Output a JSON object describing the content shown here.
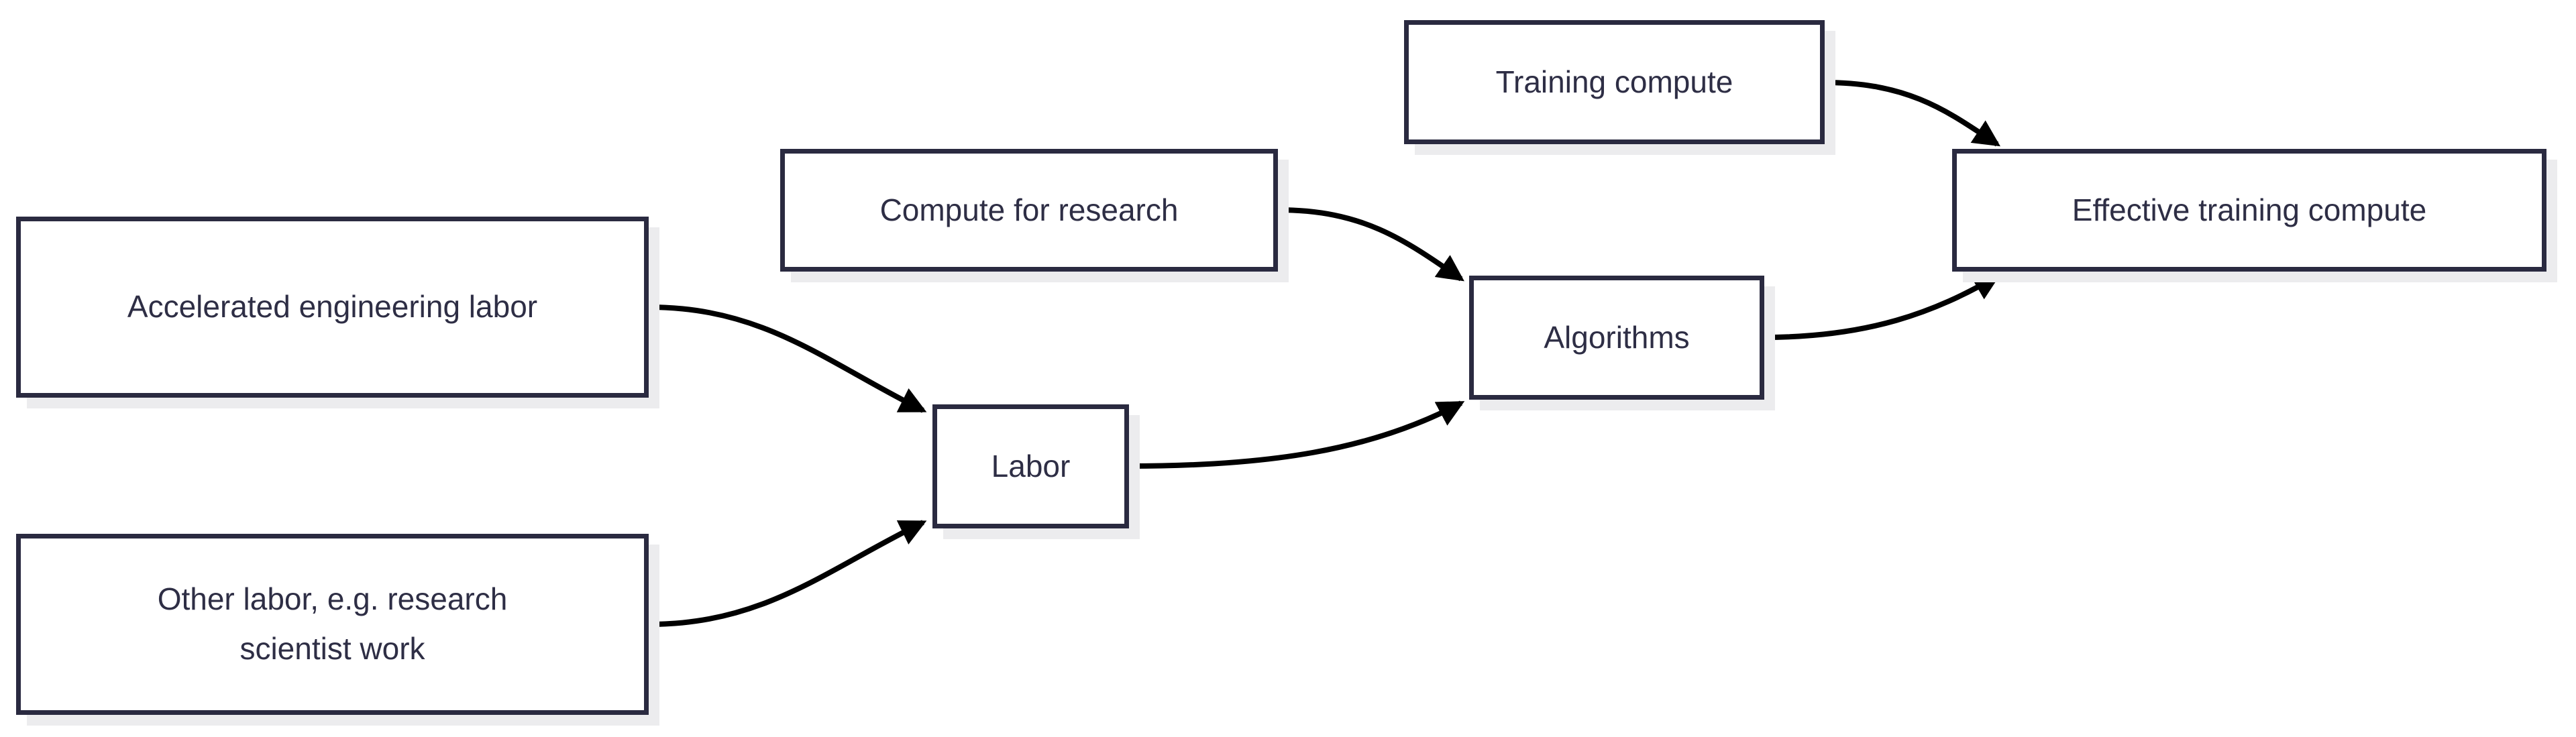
{
  "diagram": {
    "type": "flowchart",
    "direction": "left-to-right",
    "colors": {
      "background": "#ffffff",
      "node_fill": "#ffffff",
      "node_border": "#2a2a40",
      "node_text": "#2e2e45",
      "node_shadow": "#ececee",
      "edge": "#000000"
    },
    "nodes": {
      "accelerated_engineering_labor": {
        "label": "Accelerated engineering labor"
      },
      "other_labor": {
        "label": "Other labor, e.g. research scientist work"
      },
      "labor": {
        "label": "Labor"
      },
      "compute_for_research": {
        "label": "Compute for research"
      },
      "training_compute": {
        "label": "Training compute"
      },
      "algorithms": {
        "label": "Algorithms"
      },
      "effective_training_compute": {
        "label": "Effective training compute"
      }
    },
    "edges": [
      {
        "from": "accelerated_engineering_labor",
        "to": "labor"
      },
      {
        "from": "other_labor",
        "to": "labor"
      },
      {
        "from": "compute_for_research",
        "to": "algorithms"
      },
      {
        "from": "labor",
        "to": "algorithms"
      },
      {
        "from": "training_compute",
        "to": "effective_training_compute"
      },
      {
        "from": "algorithms",
        "to": "effective_training_compute"
      }
    ]
  }
}
